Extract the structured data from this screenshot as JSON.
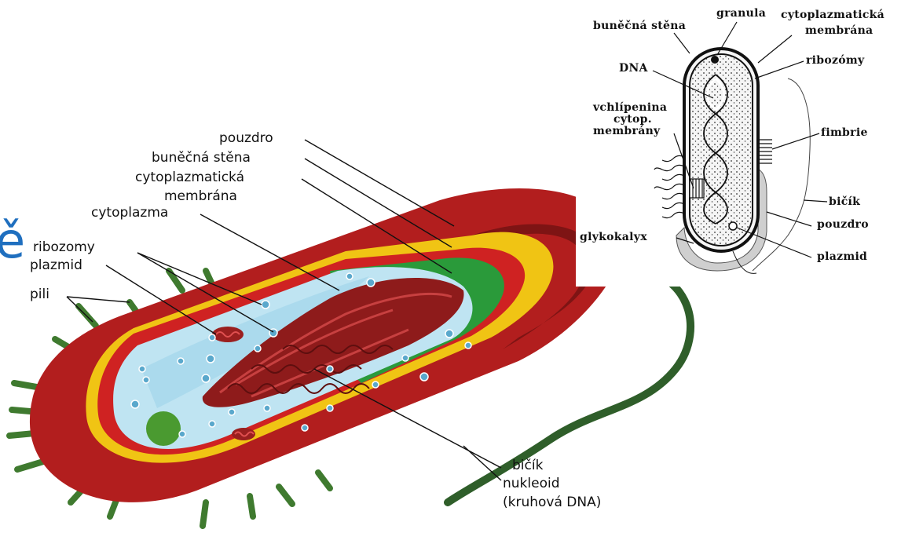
{
  "colors": {
    "capsule": "#b21e1e",
    "cell_wall": "#f0c414",
    "membrane": "#2a9a3a",
    "cytoplasm": "#bfe4f2",
    "nucleoid": "#8e1b1b",
    "flagellum": "#2f5e2a",
    "pili": "#3f7a2f",
    "edge_glyph": "#1f6fbf"
  },
  "edge_glyph": "ě",
  "main_diagram": {
    "labels": {
      "pouzdro": "pouzdro",
      "bunecna_stena": "buněčná stěna",
      "cytoplazmaticka": "cytoplazmatická",
      "membrana": "membrána",
      "cytoplazma": "cytoplazma",
      "ribozomy": "ribozomy",
      "plazmid": "plazmid",
      "pili": "pili",
      "bicik": "bičík",
      "nukleoid": "nukleoid",
      "kruhova_dna": "(kruhová DNA)"
    }
  },
  "inset_diagram": {
    "labels": {
      "bunecna_stena": "buněčná stěna",
      "granula": "granula",
      "cytoplazmaticka": "cytoplazmatická",
      "membrana": "membrána",
      "dna": "DNA",
      "ribozomy": "ribozómy",
      "vchlipenina": "vchlípenina",
      "cytop": "cytop.",
      "membrany": "membrány",
      "fimbrie": "fimbrie",
      "bicik": "bičík",
      "glykokalyx": "glykokalyx",
      "pouzdro": "pouzdro",
      "plazmid": "plazmid"
    }
  }
}
